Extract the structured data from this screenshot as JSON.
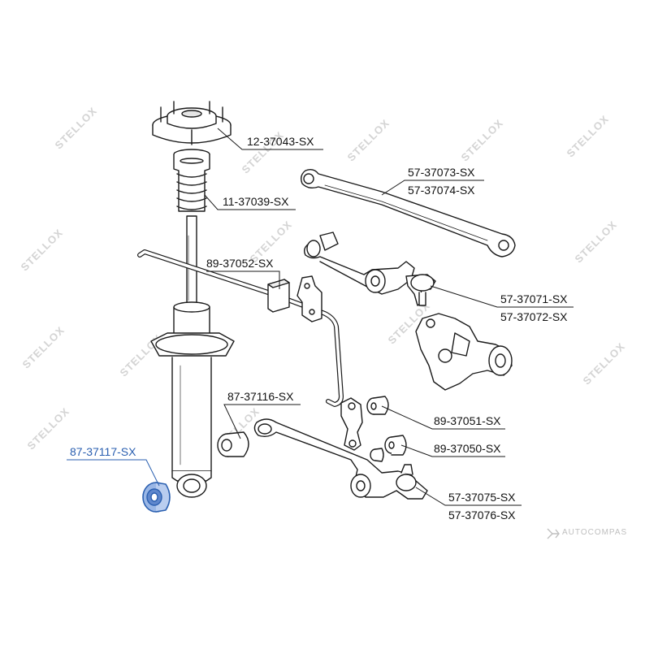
{
  "labels": {
    "p_12_37043": "12-37043-SX",
    "p_11_37039": "11-37039-SX",
    "p_89_37052": "89-37052-SX",
    "p_57_37073": "57-37073-SX",
    "p_57_37074": "57-37074-SX",
    "p_57_37071": "57-37071-SX",
    "p_57_37072": "57-37072-SX",
    "p_87_37116": "87-37116-SX",
    "p_89_37051": "89-37051-SX",
    "p_89_37050": "89-37050-SX",
    "p_57_37075": "57-37075-SX",
    "p_57_37076": "57-37076-SX",
    "p_87_37117": "87-37117-SX"
  },
  "highlight_part": "87-37117-SX",
  "watermark_text": "STELLOX",
  "footer_logo_text": "AUTOCOMPAS",
  "colors": {
    "outline": "#1a1a1a",
    "highlight": "#2a5fb0",
    "highlight_fill": "#9ab7e6",
    "watermark": "#d4d4d4",
    "background": "#ffffff"
  }
}
